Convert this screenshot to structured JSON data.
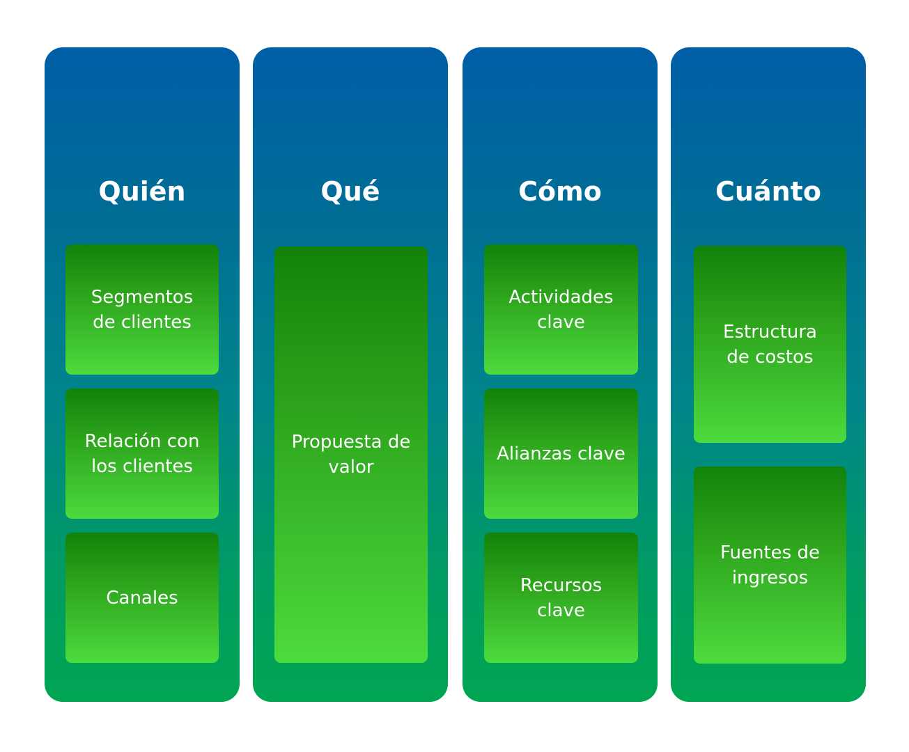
{
  "columns": [
    {
      "title": "Quién",
      "boxes": [
        "Segmentos\nde clientes",
        "Relación con\nlos clientes",
        "Canales"
      ]
    },
    {
      "title": "Qué",
      "boxes": [
        "Propuesta de\nvalor"
      ]
    },
    {
      "title": "Cómo",
      "boxes": [
        "Actividades\nclave",
        "Alianzas clave",
        "Recursos clave"
      ]
    },
    {
      "title": "Cuánto",
      "boxes": [
        "Estructura\nde costos",
        "Fuentes de\ningresos"
      ]
    }
  ],
  "colors": {
    "column_top": "#005ea6",
    "column_bottom": "#00a552",
    "box_top": "#12820a",
    "box_bottom": "#4ddb3d",
    "text": "#ffffff"
  }
}
